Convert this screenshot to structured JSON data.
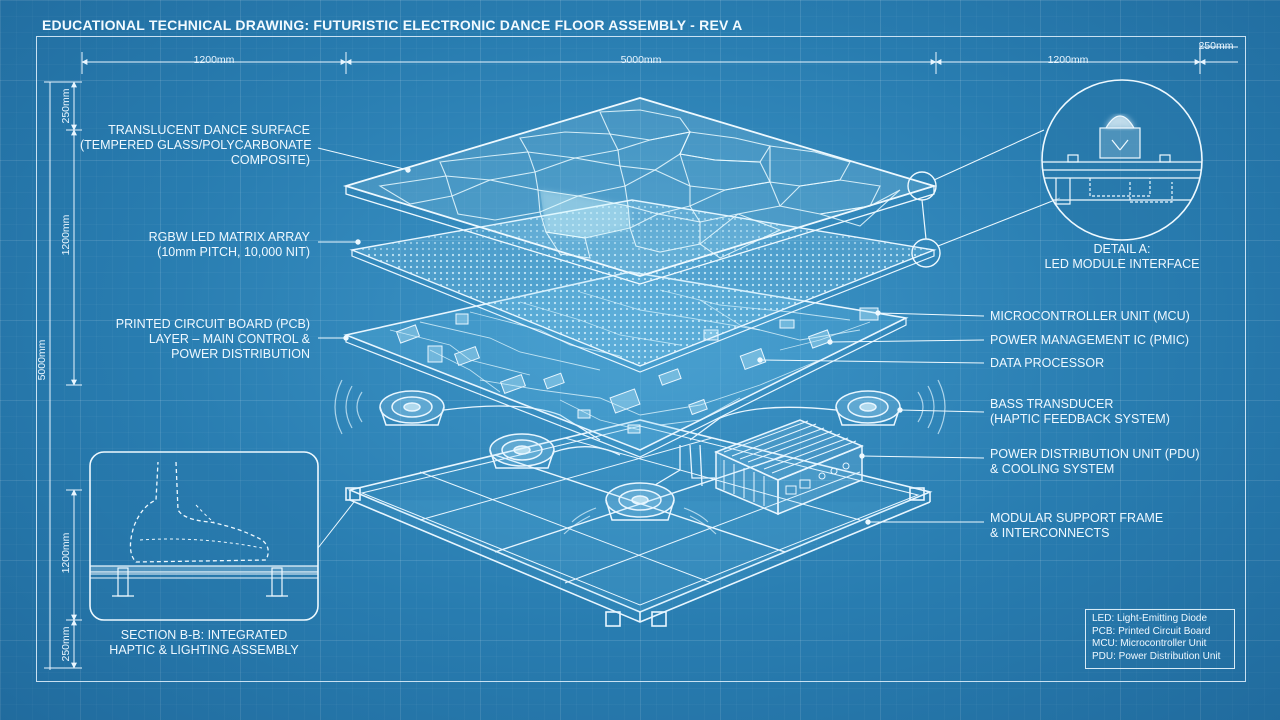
{
  "title": "EDUCATIONAL TECHNICAL DRAWING: FUTURISTIC ELECTRONIC DANCE FLOOR ASSEMBLY - REV A",
  "dimensions": {
    "top": [
      "1200mm",
      "5000mm",
      "1200mm",
      "250mm"
    ],
    "left": [
      "250mm",
      "1200mm",
      "5000mm",
      "1200mm",
      "250mm"
    ]
  },
  "labels_left": {
    "surface": [
      "TRANSLUCENT DANCE SURFACE",
      "(TEMPERED GLASS/POLYCARBONATE",
      "COMPOSITE)"
    ],
    "led": [
      "RGBW LED MATRIX ARRAY",
      "(10mm PITCH, 10,000 NIT)"
    ],
    "pcb": [
      "PRINTED CIRCUIT BOARD (PCB)",
      "LAYER – MAIN CONTROL &",
      "POWER DISTRIBUTION"
    ]
  },
  "labels_right": {
    "mcu": "MICROCONTROLLER UNIT (MCU)",
    "pmic": "POWER MANAGEMENT IC (PMIC)",
    "data": "DATA PROCESSOR",
    "bass": [
      "BASS TRANSDUCER",
      "(HAPTIC FEEDBACK SYSTEM)"
    ],
    "pdu": [
      "POWER DISTRIBUTION UNIT (PDU)",
      "& COOLING SYSTEM"
    ],
    "frame": [
      "MODULAR SUPPORT FRAME",
      "& INTERCONNECTS"
    ]
  },
  "detail_a": [
    "DETAIL A:",
    "LED MODULE INTERFACE"
  ],
  "section_bb": [
    "SECTION B-B: INTEGRATED",
    "HAPTIC & LIGHTING ASSEMBLY"
  ],
  "legend": [
    "LED: Light-Emitting Diode",
    "PCB: Printed Circuit Board",
    "MCU: Microcontroller Unit",
    "PDU: Power Distribution Unit"
  ]
}
